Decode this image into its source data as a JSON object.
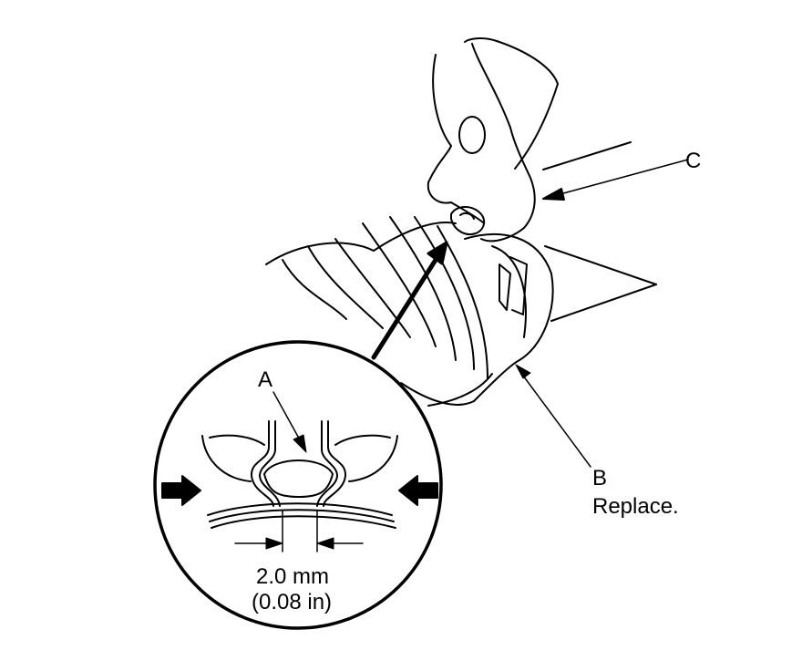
{
  "labels": {
    "a": "A",
    "b": "B",
    "b_note": "Replace.",
    "c": "C"
  },
  "dimension": {
    "metric": "2.0 mm",
    "imperial": "(0.08 in)"
  },
  "colors": {
    "ink": "#000000",
    "paper": "#ffffff"
  }
}
